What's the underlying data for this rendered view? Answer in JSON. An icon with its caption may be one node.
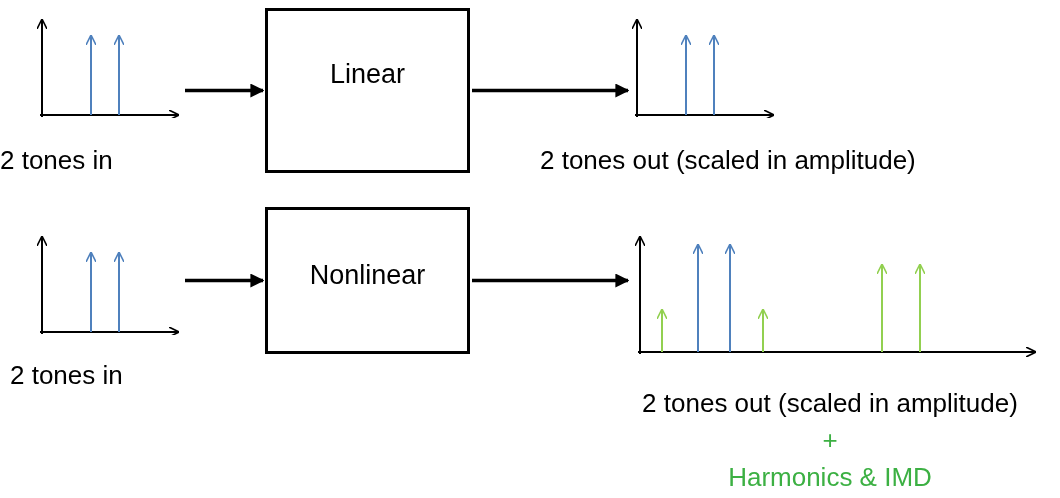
{
  "diagram": {
    "nodes": [
      {
        "text": [],
        "shape": "picture",
        "beside": [
          "2 tones in"
        ]
      },
      {
        "text": [
          "Linear"
        ]
      },
      {
        "text": [],
        "shape": "picture",
        "beside": [
          "2 tones out (scaled in amplitude)"
        ]
      },
      {
        "text": [],
        "shape": "picture",
        "beside": [
          "2 tones in"
        ]
      },
      {
        "text": [
          "Nonlinear"
        ]
      },
      {
        "text": [],
        "shape": "picture",
        "beside": [
          "2 tones out (scaled in amplitude)",
          "+",
          "Harmonics & IMD"
        ]
      }
    ],
    "edges": [
      {
        "from": 0,
        "to": 1,
        "arrow": "to"
      },
      {
        "from": 1,
        "to": 2,
        "arrow": "to"
      },
      {
        "from": 3,
        "to": 4,
        "arrow": "to"
      },
      {
        "from": 4,
        "to": 5,
        "arrow": "to"
      }
    ]
  }
}
